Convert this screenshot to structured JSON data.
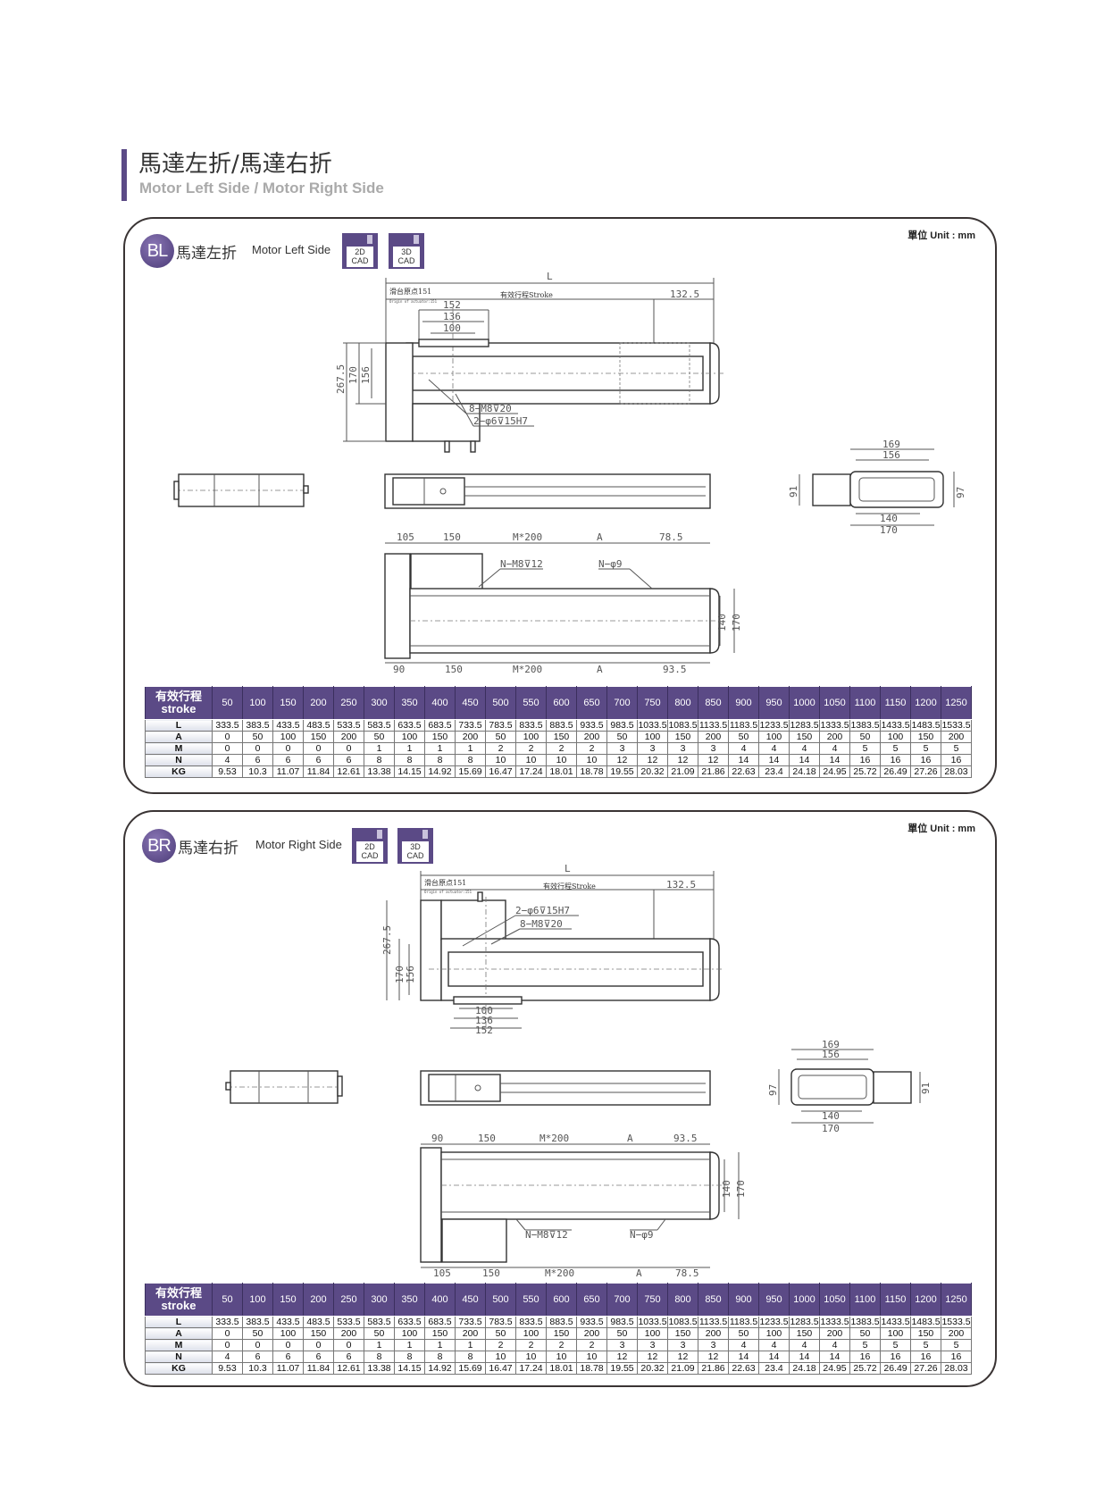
{
  "page": {
    "title_zh": "馬達左折/馬達右折",
    "title_en": "Motor Left Side / Motor Right Side"
  },
  "panels": [
    {
      "badge": "BL",
      "title_zh": "馬達左折",
      "title_en": "Motor Left Side",
      "unit": "單位 Unit : mm",
      "cad": [
        {
          "line1": "2D",
          "line2": "CAD"
        },
        {
          "line1": "3D",
          "line2": "CAD"
        }
      ],
      "drawing": {
        "top": {
          "L": "L",
          "origin_zh": "滑台原点151",
          "origin_en": "Origin of actuator:151",
          "stroke": "有效行程Stroke",
          "d132": "132.5",
          "d152": "152",
          "d136": "136",
          "d100": "100",
          "d267": "267.5",
          "d170": "170",
          "d156": "156",
          "note1": "8−M8⊽20",
          "note2": "2−φ6⊽15H7"
        },
        "end": {
          "d169": "169",
          "d156": "156",
          "d91": "91",
          "d97": "97",
          "d140": "140",
          "d170": "170"
        },
        "bottom": {
          "top_labels": [
            "105",
            "150",
            "M*200",
            "A",
            "78.5"
          ],
          "bottom_labels": [
            "90",
            "150",
            "M*200",
            "A",
            "93.5"
          ],
          "note1": "N−M8⊽12",
          "note2": "N−φ9",
          "d140": "140",
          "d170": "170"
        }
      },
      "table": {
        "header_zh": "有效行程",
        "header_en": "stroke",
        "strokes": [
          "50",
          "100",
          "150",
          "200",
          "250",
          "300",
          "350",
          "400",
          "450",
          "500",
          "550",
          "600",
          "650",
          "700",
          "750",
          "800",
          "850",
          "900",
          "950",
          "1000",
          "1050",
          "1100",
          "1150",
          "1200",
          "1250"
        ],
        "rows": [
          {
            "label": "L",
            "values": [
              "333.5",
              "383.5",
              "433.5",
              "483.5",
              "533.5",
              "583.5",
              "633.5",
              "683.5",
              "733.5",
              "783.5",
              "833.5",
              "883.5",
              "933.5",
              "983.5",
              "1033.5",
              "1083.5",
              "1133.5",
              "1183.5",
              "1233.5",
              "1283.5",
              "1333.5",
              "1383.5",
              "1433.5",
              "1483.5",
              "1533.5"
            ]
          },
          {
            "label": "A",
            "values": [
              "0",
              "50",
              "100",
              "150",
              "200",
              "50",
              "100",
              "150",
              "200",
              "50",
              "100",
              "150",
              "200",
              "50",
              "100",
              "150",
              "200",
              "50",
              "100",
              "150",
              "200",
              "50",
              "100",
              "150",
              "200"
            ]
          },
          {
            "label": "M",
            "values": [
              "0",
              "0",
              "0",
              "0",
              "0",
              "1",
              "1",
              "1",
              "1",
              "2",
              "2",
              "2",
              "2",
              "3",
              "3",
              "3",
              "3",
              "4",
              "4",
              "4",
              "4",
              "5",
              "5",
              "5",
              "5"
            ]
          },
          {
            "label": "N",
            "values": [
              "4",
              "6",
              "6",
              "6",
              "6",
              "8",
              "8",
              "8",
              "8",
              "10",
              "10",
              "10",
              "10",
              "12",
              "12",
              "12",
              "12",
              "14",
              "14",
              "14",
              "14",
              "16",
              "16",
              "16",
              "16"
            ]
          },
          {
            "label": "KG",
            "values": [
              "9.53",
              "10.3",
              "11.07",
              "11.84",
              "12.61",
              "13.38",
              "14.15",
              "14.92",
              "15.69",
              "16.47",
              "17.24",
              "18.01",
              "18.78",
              "19.55",
              "20.32",
              "21.09",
              "21.86",
              "22.63",
              "23.4",
              "24.18",
              "24.95",
              "25.72",
              "26.49",
              "27.26",
              "28.03"
            ]
          }
        ]
      }
    },
    {
      "badge": "BR",
      "title_zh": "馬達右折",
      "title_en": "Motor Right Side",
      "unit": "單位 Unit : mm",
      "cad": [
        {
          "line1": "2D",
          "line2": "CAD"
        },
        {
          "line1": "3D",
          "line2": "CAD"
        }
      ],
      "drawing": {
        "top": {
          "L": "L",
          "origin_zh": "滑台原点151",
          "origin_en": "Origin of actuator:151",
          "stroke": "有效行程Stroke",
          "d132": "132.5",
          "d152": "152",
          "d136": "136",
          "d100": "100",
          "d267": "267.5",
          "d170": "170",
          "d156": "156",
          "note1": "8−M8⊽20",
          "note2": "2−φ6⊽15H7"
        },
        "end": {
          "d169": "169",
          "d156": "156",
          "d91": "91",
          "d97": "97",
          "d140": "140",
          "d170": "170"
        },
        "bottom": {
          "top_labels": [
            "90",
            "150",
            "M*200",
            "A",
            "93.5"
          ],
          "bottom_labels": [
            "105",
            "150",
            "M*200",
            "A",
            "78.5"
          ],
          "note1": "N−M8⊽12",
          "note2": "N−φ9",
          "d140": "140",
          "d170": "170"
        }
      },
      "table": {
        "header_zh": "有效行程",
        "header_en": "stroke",
        "strokes": [
          "50",
          "100",
          "150",
          "200",
          "250",
          "300",
          "350",
          "400",
          "450",
          "500",
          "550",
          "600",
          "650",
          "700",
          "750",
          "800",
          "850",
          "900",
          "950",
          "1000",
          "1050",
          "1100",
          "1150",
          "1200",
          "1250"
        ],
        "rows": [
          {
            "label": "L",
            "values": [
              "333.5",
              "383.5",
              "433.5",
              "483.5",
              "533.5",
              "583.5",
              "633.5",
              "683.5",
              "733.5",
              "783.5",
              "833.5",
              "883.5",
              "933.5",
              "983.5",
              "1033.5",
              "1083.5",
              "1133.5",
              "1183.5",
              "1233.5",
              "1283.5",
              "1333.5",
              "1383.5",
              "1433.5",
              "1483.5",
              "1533.5"
            ]
          },
          {
            "label": "A",
            "values": [
              "0",
              "50",
              "100",
              "150",
              "200",
              "50",
              "100",
              "150",
              "200",
              "50",
              "100",
              "150",
              "200",
              "50",
              "100",
              "150",
              "200",
              "50",
              "100",
              "150",
              "200",
              "50",
              "100",
              "150",
              "200"
            ]
          },
          {
            "label": "M",
            "values": [
              "0",
              "0",
              "0",
              "0",
              "0",
              "1",
              "1",
              "1",
              "1",
              "2",
              "2",
              "2",
              "2",
              "3",
              "3",
              "3",
              "3",
              "4",
              "4",
              "4",
              "4",
              "5",
              "5",
              "5",
              "5"
            ]
          },
          {
            "label": "N",
            "values": [
              "4",
              "6",
              "6",
              "6",
              "6",
              "8",
              "8",
              "8",
              "8",
              "10",
              "10",
              "10",
              "10",
              "12",
              "12",
              "12",
              "12",
              "14",
              "14",
              "14",
              "14",
              "16",
              "16",
              "16",
              "16"
            ]
          },
          {
            "label": "KG",
            "values": [
              "9.53",
              "10.3",
              "11.07",
              "11.84",
              "12.61",
              "13.38",
              "14.15",
              "14.92",
              "15.69",
              "16.47",
              "17.24",
              "18.01",
              "18.78",
              "19.55",
              "20.32",
              "21.09",
              "21.86",
              "22.63",
              "23.4",
              "24.18",
              "24.95",
              "25.72",
              "26.49",
              "27.26",
              "28.03"
            ]
          }
        ]
      }
    }
  ]
}
